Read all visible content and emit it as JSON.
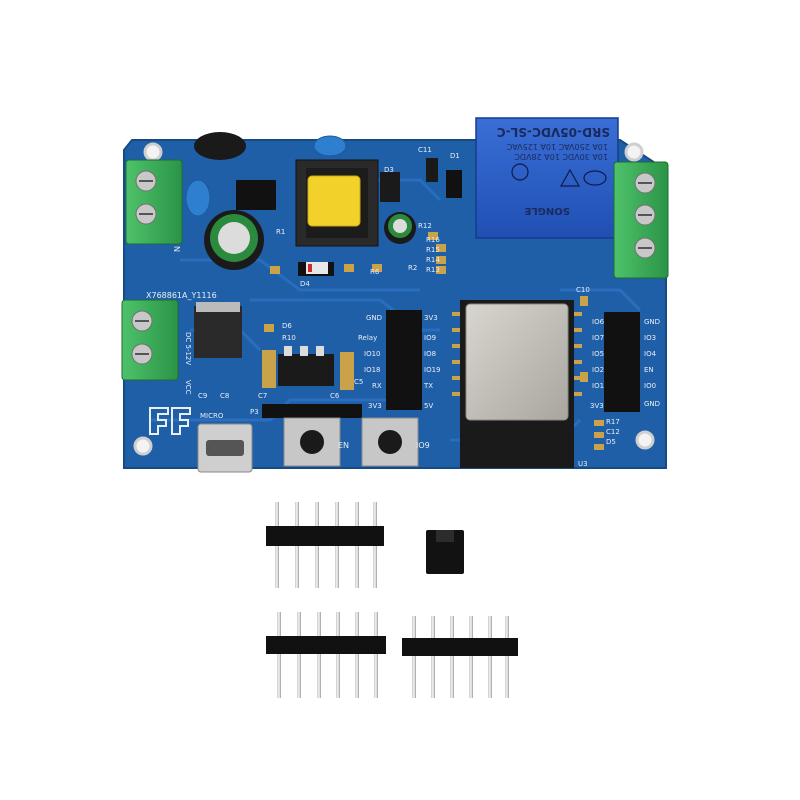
{
  "photo": {
    "subject": "ESP8266 relay module PCB with pin headers and jumper"
  },
  "board": {
    "color": "#1f5fa8",
    "board_id": "X768861A_Y1116",
    "pin_rows_left": [
      "GND",
      "Relay",
      "IO10",
      "IO18",
      "RX",
      "3V3"
    ],
    "pin_rows_mid": [
      "3V3",
      "IO9",
      "IO8",
      "IO19",
      "TX",
      "5V"
    ],
    "pin_rows_right": [
      "GND",
      "IO3",
      "IO4",
      "EN",
      "IO0",
      "GND"
    ],
    "pin_rows_right_inner": [
      "IO6",
      "IO7",
      "IO5",
      "IO2",
      "IO1",
      "3V3"
    ],
    "button_en": "EN",
    "button_io9": "IO9",
    "usb_label": "MICRO",
    "header_label": "P3",
    "terminal_left_label": "N",
    "terminal_dc_label": "DC 5-12V",
    "terminal_vcc": "VCC"
  },
  "relay": {
    "model": "SRD-05VDC-SL-C",
    "rating_1": "10A 250VAC  10A 125VAC",
    "rating_2": "10A 30VDC  10A 28VDC",
    "brand": "SONGLE",
    "color": "#2457c8"
  },
  "components": {
    "r_labels": [
      "R1",
      "R2",
      "R6",
      "R10",
      "R12",
      "R13",
      "R14",
      "R15",
      "R16",
      "R17"
    ],
    "c_labels": [
      "C5",
      "C6",
      "C7",
      "C8",
      "C9",
      "C10",
      "C11",
      "C12"
    ],
    "d_labels": [
      "D1",
      "D3",
      "D4",
      "D5",
      "D6"
    ],
    "module_label": "U3"
  },
  "accessories": {
    "headers": [
      "6-pin header (single row)",
      "6-pin header (long)",
      "6-pin header (short)"
    ],
    "jumper": "jumper cap"
  }
}
